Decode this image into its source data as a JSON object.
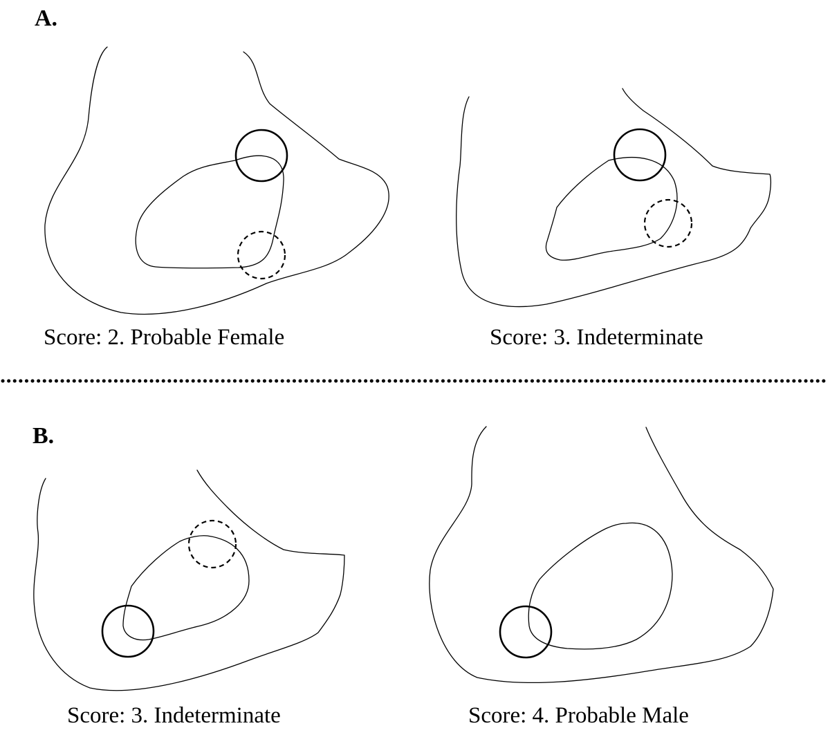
{
  "panels": {
    "a": {
      "label": "A.",
      "left": {
        "caption": "Score: 2. Probable Female"
      },
      "right": {
        "caption": "Score: 3. Indeterminate"
      }
    },
    "b": {
      "label": "B.",
      "left": {
        "caption": "Score: 3. Indeterminate"
      },
      "right": {
        "caption": "Score: 4. Probable Male"
      }
    }
  }
}
